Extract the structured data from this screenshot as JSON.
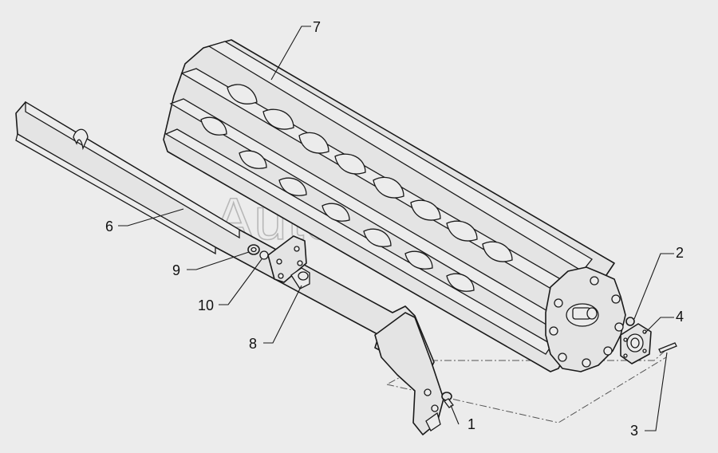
{
  "watermark": "AutoSoft",
  "callouts": [
    {
      "id": "1",
      "label": "1"
    },
    {
      "id": "2",
      "label": "2"
    },
    {
      "id": "3",
      "label": "3"
    },
    {
      "id": "4",
      "label": "4"
    },
    {
      "id": "6",
      "label": "6"
    },
    {
      "id": "7",
      "label": "7"
    },
    {
      "id": "8",
      "label": "8"
    },
    {
      "id": "9",
      "label": "9"
    },
    {
      "id": "10",
      "label": "10"
    }
  ],
  "colors": {
    "background": "#ececec",
    "line": "#1a1a1a",
    "watermark": "#b8b8b8"
  }
}
